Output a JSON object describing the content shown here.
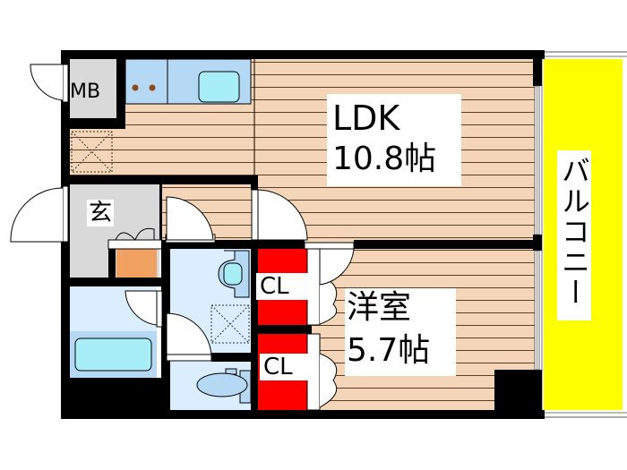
{
  "floor_plan": {
    "rooms": [
      {
        "id": "ldk",
        "label": "LDK",
        "area": "10.8帖"
      },
      {
        "id": "western_room",
        "label": "洋室",
        "area": "5.7帖"
      },
      {
        "id": "entrance",
        "label": "玄"
      },
      {
        "id": "meter_box",
        "label": "MB"
      },
      {
        "id": "closet_1",
        "label": "CL"
      },
      {
        "id": "closet_2",
        "label": "CL"
      },
      {
        "id": "balcony",
        "label": "バルコニー"
      }
    ],
    "labels": {
      "ldk_name": "LDK",
      "ldk_area": "10.8帖",
      "western_name": "洋室",
      "western_area": "5.7帖",
      "entrance": "玄",
      "mb": "MB",
      "cl_top": "CL",
      "cl_bottom": "CL",
      "balcony": "バルコニー"
    },
    "colors": {
      "wall": "#000000",
      "floor_wood": "#f5d5b8",
      "floor_line": "#6b4a30",
      "entrance_floor": "#d9d9d9",
      "wet_area": "#dbeeff",
      "fixture": "#b5d9f5",
      "fixture_light": "#a8eef9",
      "closet": "#ff0000",
      "shoe_box": "#f0a060",
      "balcony": "#ffff00"
    }
  }
}
